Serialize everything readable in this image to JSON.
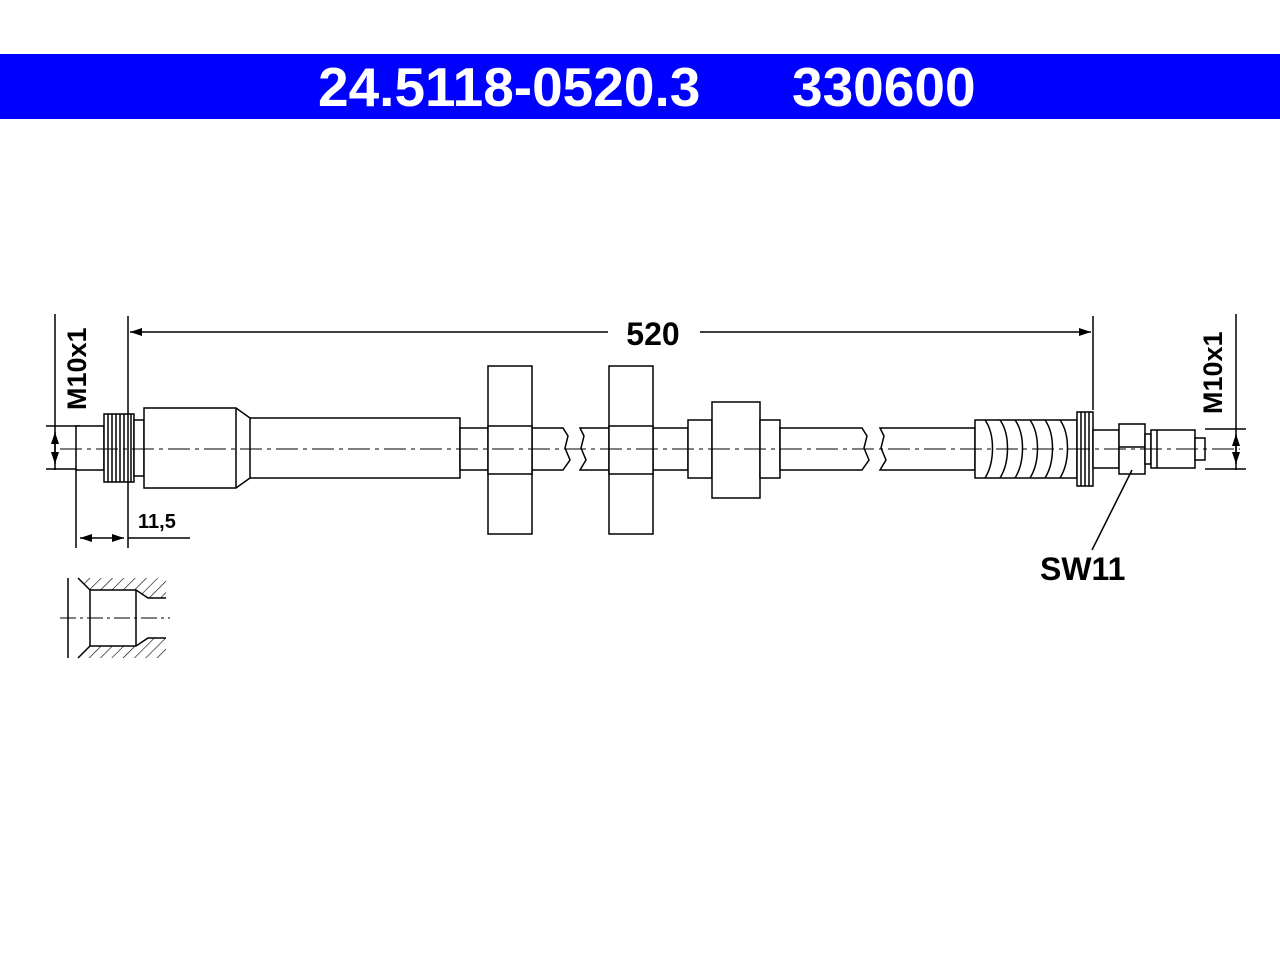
{
  "header": {
    "part_number": "24.5118-0520.3",
    "reference_number": "330600",
    "band_color": "#0000ff",
    "text_color": "#ffffff"
  },
  "dimensions": {
    "length": "520",
    "left_thread": "M10x1",
    "right_thread": "M10x1",
    "left_offset": "11,5",
    "wrench_size": "SW11"
  },
  "colors": {
    "line": "#000000",
    "fill": "#ffffff"
  }
}
